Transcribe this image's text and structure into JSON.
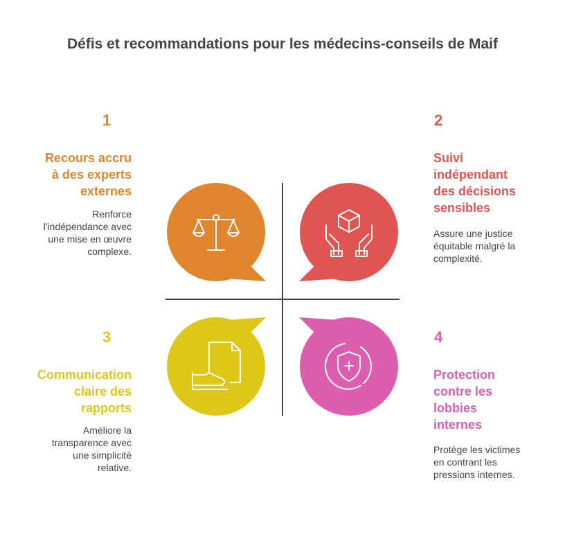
{
  "title": "Défis et recommandations pour les médecins-conseils de Maif",
  "colors": {
    "q1": "#E0852E",
    "q2": "#E05551",
    "q3": "#DEC717",
    "q4": "#DD5EAF",
    "axis": "#444444",
    "icon": "#ffffff"
  },
  "quadrants": [
    {
      "number": "1",
      "heading": [
        "Recours accru",
        "à des experts",
        "externes"
      ],
      "description": [
        "Renforce",
        "l'indépendance avec",
        "une mise en œuvre",
        "complexe."
      ],
      "icon": "scales-icon"
    },
    {
      "number": "2",
      "heading": [
        "Suivi",
        "indépendant",
        "des décisions",
        "sensibles"
      ],
      "description": [
        "Assure une justice",
        "équitable malgré la",
        "complexité."
      ],
      "icon": "hands-box-icon"
    },
    {
      "number": "3",
      "heading": [
        "Communication",
        "claire des",
        "rapports"
      ],
      "description": [
        "Améliore la",
        "transparence avec",
        "une simplicité",
        "relative."
      ],
      "icon": "hand-document-icon"
    },
    {
      "number": "4",
      "heading": [
        "Protection",
        "contre les",
        "lobbies",
        "internes"
      ],
      "description": [
        "Protège les victimes",
        "en contrant les",
        "pressions internes."
      ],
      "icon": "shield-plus-icon"
    }
  ]
}
